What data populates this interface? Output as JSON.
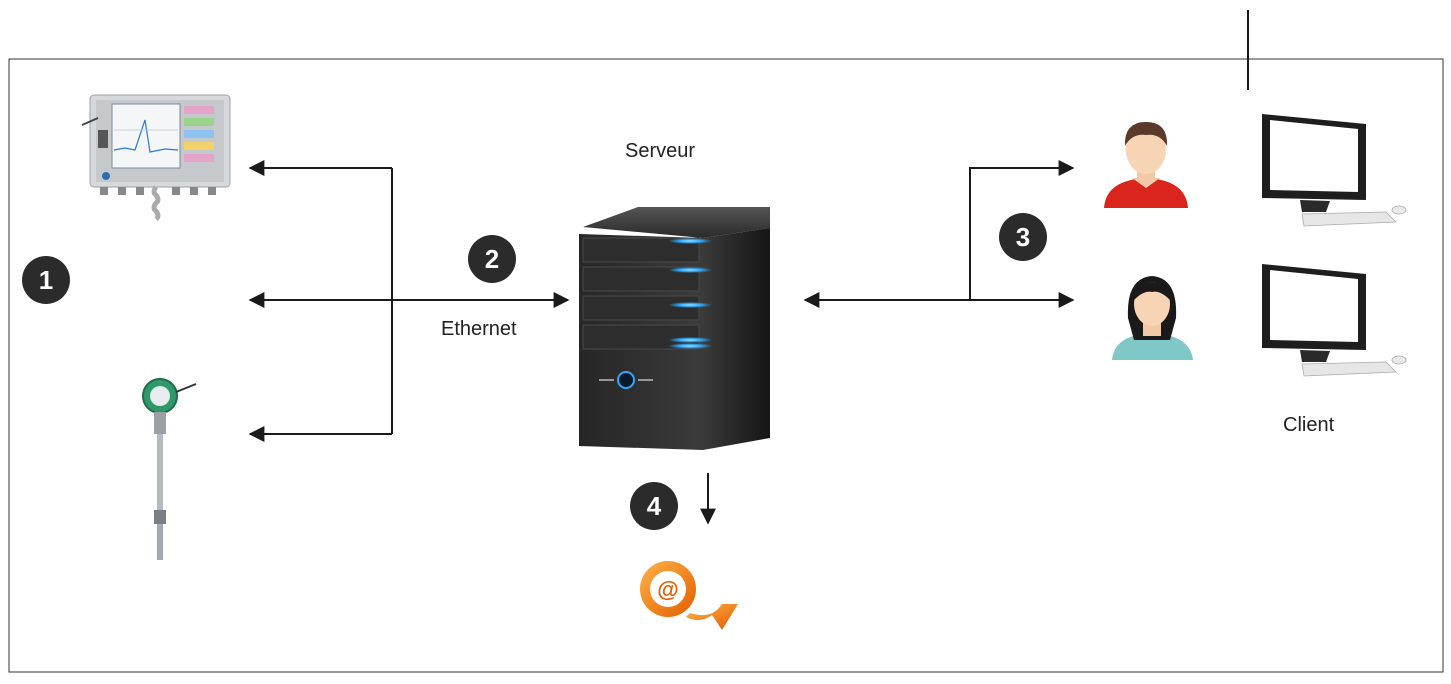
{
  "labels": {
    "server": "Serveur",
    "ethernet": "Ethernet",
    "client": "Client"
  },
  "badges": {
    "devices": "1",
    "network": "2",
    "users": "3",
    "email": "4"
  },
  "colors": {
    "badge": "#2b2b2b",
    "line": "#1a1a1a",
    "user_male_shirt": "#d9251c",
    "user_female_shirt": "#7fc8c7",
    "email_orange": "#f07d00",
    "server_led": "#2ea8ff"
  },
  "icons": {
    "data_logger": "data-logger-icon",
    "flow_sensor": "flow-sensor-icon",
    "server": "server-icon",
    "male_user": "male-user-icon",
    "female_user": "female-user-icon",
    "desktop_pc": "desktop-computer-icon",
    "email": "email-icon"
  }
}
